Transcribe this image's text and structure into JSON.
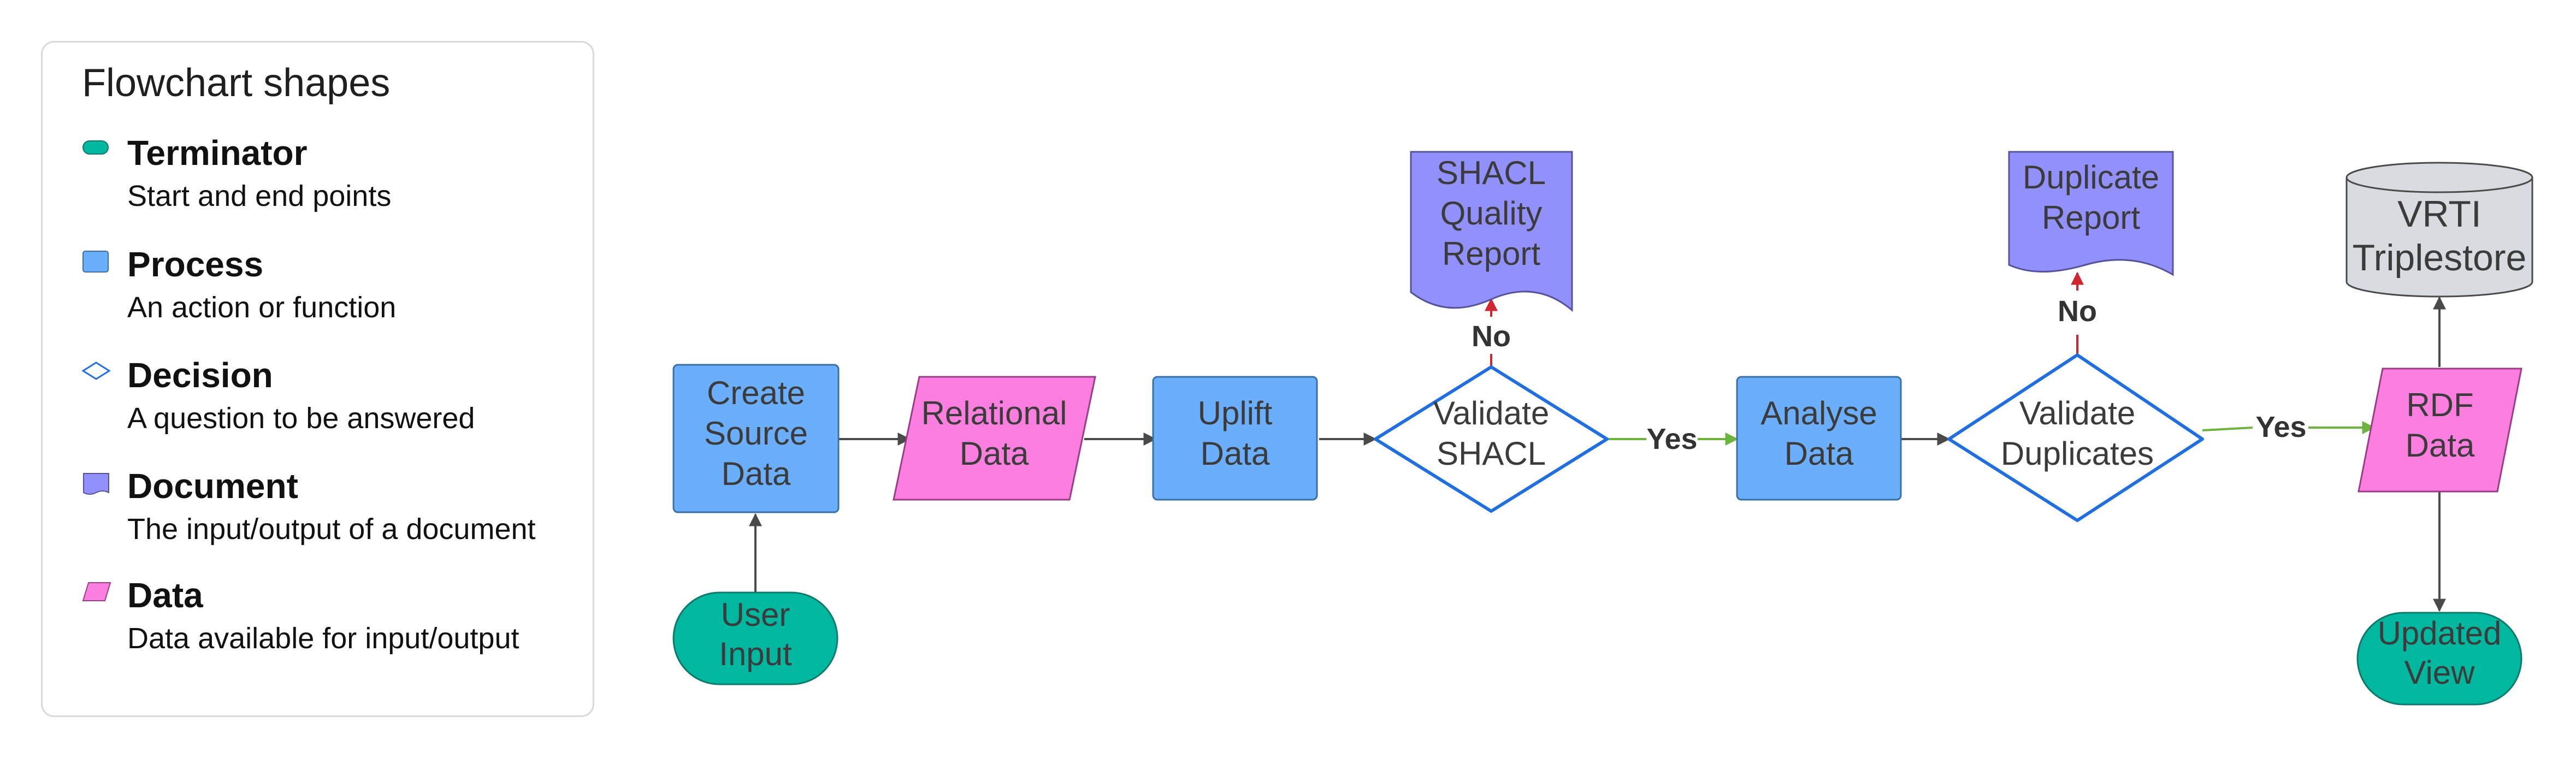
{
  "legend": {
    "title": "Flowchart shapes",
    "items": [
      {
        "name": "Terminator",
        "description": "Start and end points",
        "icon": "terminator-icon",
        "color": "#00b8a0"
      },
      {
        "name": "Process",
        "description": "An action or function",
        "icon": "process-icon",
        "color": "#6aaefc"
      },
      {
        "name": "Decision",
        "description": "A question to be answered",
        "icon": "decision-icon",
        "color": "#1f6fe0"
      },
      {
        "name": "Document",
        "description": "The input/output of a document",
        "icon": "document-icon",
        "color": "#9291fb"
      },
      {
        "name": "Data",
        "description": "Data available for input/output",
        "icon": "data-icon",
        "color": "#fc7fe0"
      }
    ]
  },
  "colors": {
    "terminator": "#00b8a0",
    "process": "#6aaefc",
    "decision_border": "#1f6fe0",
    "document": "#9291fb",
    "data": "#fc7fe0",
    "database": "#d8dbe0",
    "arrow_default": "#4a4a4a",
    "arrow_yes": "#6cb33f",
    "arrow_no": "#d0262f"
  },
  "nodes": {
    "user_input": [
      "User",
      "Input"
    ],
    "create_source": [
      "Create",
      "Source",
      "Data"
    ],
    "relational_data": [
      "Relational",
      "Data"
    ],
    "uplift_data": [
      "Uplift",
      "Data"
    ],
    "validate_shacl": [
      "Validate",
      "SHACL"
    ],
    "shacl_report": [
      "SHACL",
      "Quality",
      "Report"
    ],
    "analyse_data": [
      "Analyse",
      "Data"
    ],
    "validate_duplicates": [
      "Validate",
      "Duplicates"
    ],
    "duplicate_report": [
      "Duplicate",
      "Report"
    ],
    "rdf_data": [
      "RDF",
      "Data"
    ],
    "triplestore": [
      "VRTI",
      "Triplestore"
    ],
    "updated_view": [
      "Updated",
      "View"
    ]
  },
  "edge_labels": {
    "shacl_no": "No",
    "shacl_yes": "Yes",
    "dup_no": "No",
    "dup_yes": "Yes"
  }
}
